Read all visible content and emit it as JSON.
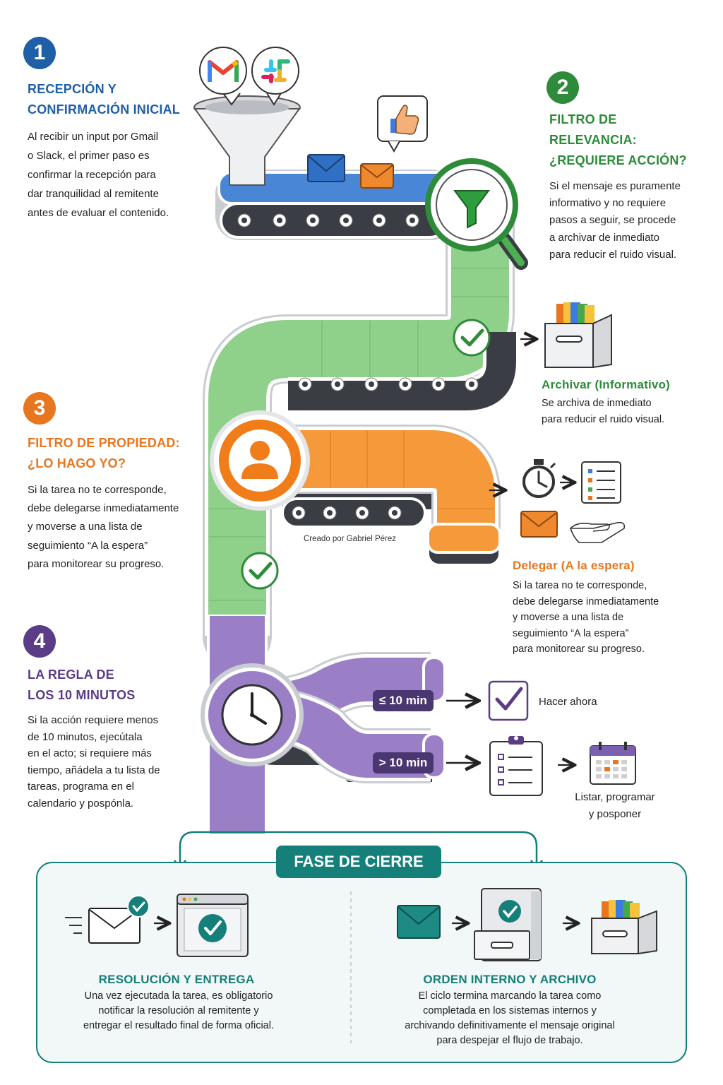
{
  "colors": {
    "step1": "#1f5fa8",
    "step2": "#2e8b3a",
    "step3": "#e8761e",
    "step4": "#5a3d86",
    "teal": "#157f7a"
  },
  "icons": {
    "gmail": "gmail-icon",
    "slack": "slack-icon",
    "funnel": "funnel-icon",
    "thumbs_up": "thumbs-up-icon",
    "magnifier": "magnifier-filter-icon",
    "person": "person-icon",
    "clock": "clock-icon",
    "archive_box": "archive-box-icon",
    "stopwatch": "stopwatch-icon",
    "checklist": "checklist-icon",
    "calendar": "calendar-icon"
  },
  "step1": {
    "number": "1",
    "title_lines": [
      "RECEPCIÓN Y",
      "CONFIRMACIÓN INICIAL"
    ],
    "body_lines": [
      "Al recibir un input por Gmail",
      "o Slack, el primer paso es",
      "confirmar la recepción para",
      "dar tranquilidad al remitente",
      "antes de evaluar el contenido."
    ]
  },
  "step2": {
    "number": "2",
    "title_lines": [
      "FILTRO DE",
      "RELEVANCIA:",
      "¿REQUIERE ACCIÓN?"
    ],
    "body_lines": [
      "Si el mensaje es puramente",
      "informativo y no requiere",
      "pasos a seguir, se procede",
      "a archivar de inmediato",
      "para reducir el ruido visual."
    ],
    "outcome_title": "Archivar (Informativo)",
    "outcome_lines": [
      "Se archiva de inmediato",
      "para reducir el ruido visual."
    ]
  },
  "step3": {
    "number": "3",
    "title_lines": [
      "FILTRO DE PROPIEDAD:",
      "¿LO HAGO YO?"
    ],
    "body_lines": [
      "Si la tarea no te corresponde,",
      "debe delegarse inmediatamente",
      "y moverse a una lista de",
      "seguimiento “A la espera”",
      "para monitorear su progreso."
    ],
    "outcome_title": "Delegar (A la espera)",
    "outcome_lines": [
      "Si la tarea no te corresponde,",
      "debe delegarse inmediatamente",
      "y moverse a una lista de",
      "seguimiento “A la espera”",
      "para monitorear su progreso."
    ]
  },
  "step4": {
    "number": "4",
    "title_lines": [
      "LA REGLA DE",
      "LOS 10 MINUTOS"
    ],
    "body_lines": [
      "Si la acción requiere menos",
      "de 10 minutos, ejecútala",
      "en el acto; si requiere más",
      "tiempo, añádela a tu lista de",
      "tareas, programa en el",
      "calendario y pospónla."
    ],
    "short_label": "≤ 10 min",
    "short_outcome": "Hacer ahora",
    "long_label": "> 10 min",
    "long_outcome_lines": [
      "Listar, programar",
      "y posponer"
    ]
  },
  "credit": "Creado por Gabriel Pérez",
  "closing": {
    "title": "FASE DE CIERRE",
    "left_title": "RESOLUCIÓN Y ENTREGA",
    "left_lines": [
      "Una vez ejecutada la tarea, es obligatorio",
      "notificar la resolución al remitente y",
      "entregar el resultado final de forma oficial."
    ],
    "right_title": "ORDEN INTERNO Y ARCHIVO",
    "right_lines": [
      "El ciclo termina marcando la tarea como",
      "completada en los sistemas internos y",
      "archivando definitivamente el mensaje original",
      "para despejar el flujo de trabajo."
    ]
  }
}
